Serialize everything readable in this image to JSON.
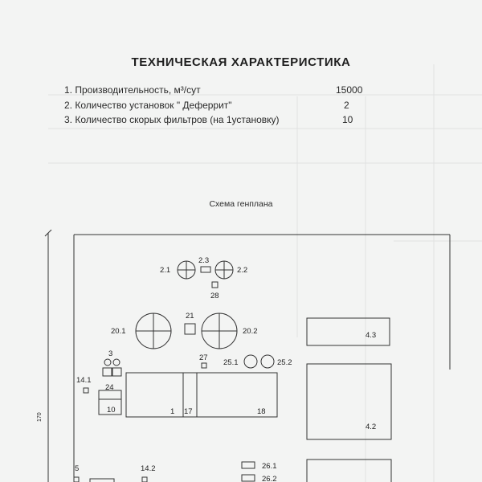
{
  "document": {
    "title": "ТЕХНИЧЕСКАЯ ХАРАКТЕРИСТИКА",
    "specs": [
      {
        "label": "1. Производительность, м³/сут",
        "value": "15000"
      },
      {
        "label": "2. Количество установок \" Деферрит\"",
        "value": "2"
      },
      {
        "label": "3. Количество скорых фильтров (на 1установку)",
        "value": "10"
      }
    ],
    "scheme_title": "Схема генплана",
    "dimension": "170"
  },
  "plan": {
    "labels": {
      "l2_1": "2.1",
      "l2_3": "2.3",
      "l2_2": "2.2",
      "l28": "28",
      "l21": "21",
      "l20_1": "20.1",
      "l20_2": "20.2",
      "l3": "3",
      "l27": "27",
      "l25_1": "25.1",
      "l25_2": "25.2",
      "l14_1": "14.1",
      "l24": "24",
      "l10": "10",
      "l1": "1",
      "l17": "17",
      "l18": "18",
      "l4_3": "4.3",
      "l4_2": "4.2",
      "l5": "5",
      "l14_2": "14.2",
      "l26_1": "26.1",
      "l26_2": "26.2"
    }
  }
}
